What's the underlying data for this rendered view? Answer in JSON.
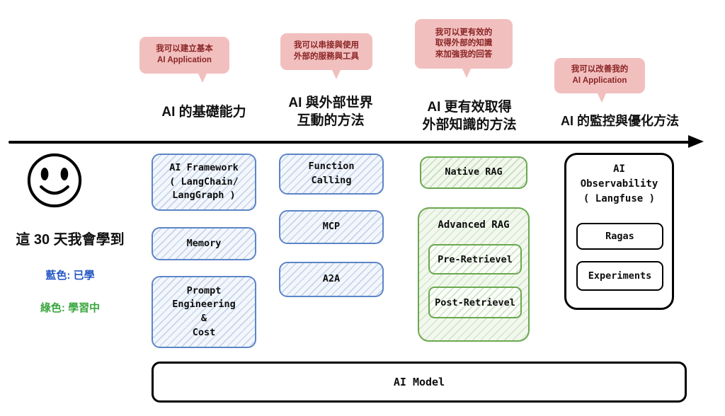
{
  "left": {
    "title": "這 30 天我會學到",
    "legend_blue": "藍色: 已學",
    "legend_green": "綠色: 學習中"
  },
  "columns": [
    {
      "bubble": "我可以建立基本\nAI Application",
      "header": "AI 的基礎能力",
      "boxes": [
        "AI Framework\n( LangChain/\nLangGraph )",
        "Memory",
        "Prompt\nEngineering\n&\nCost"
      ]
    },
    {
      "bubble": "我可以串接與使用\n外部的服務與工具",
      "header": "AI 與外部世界\n互動的方法",
      "boxes": [
        "Function\nCalling",
        "MCP",
        "A2A"
      ]
    },
    {
      "bubble": "我可以更有效的\n取得外部的知識\n來加強我的回答",
      "header": "AI 更有效取得\n外部知識的方法",
      "boxes": [
        "Native RAG"
      ],
      "group": {
        "label": "Advanced RAG",
        "items": [
          "Pre-Retrievel",
          "Post-Retrievel"
        ]
      }
    },
    {
      "bubble": "我可以改善我的\nAI Application",
      "header": "AI 的監控與優化方法",
      "boxes": [],
      "group": {
        "label": "AI\nObservability\n( Langfuse )",
        "items": [
          "Ragas",
          "Experiments"
        ]
      }
    }
  ],
  "base": {
    "label": "AI Model"
  },
  "colors": {
    "bubble_bg": "#f2bfbf",
    "bubble_text": "#8a2424",
    "blue_border": "#5c85c7",
    "blue_bg": "#f3f7fc",
    "green_border": "#6aa84f",
    "green_bg": "#f2f8ee",
    "legend_blue": "#2457c5",
    "legend_green": "#3aa63f"
  }
}
